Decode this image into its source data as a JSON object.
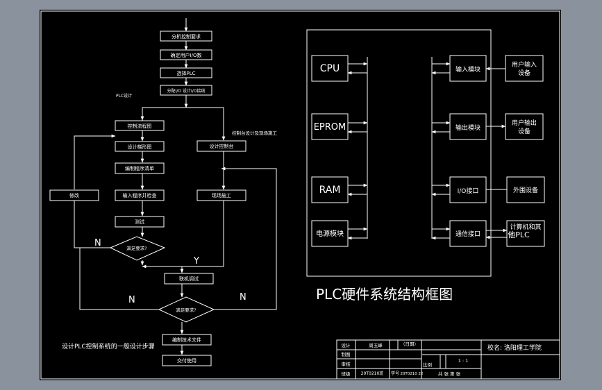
{
  "flowchart": {
    "steps": {
      "analyze": "分析控制要求",
      "io_count": "确定用户I/O数",
      "select_plc": "选择PLC",
      "assign_io": "分配I/O 设计I/O接线",
      "control_flow": "控制流程图",
      "ladder": "设计梯形图",
      "program_list": "编制程序清单",
      "input_program": "输入程序并检查",
      "modify": "修改",
      "test": "测试",
      "design_console": "设计控制台",
      "field_construct": "现场施工",
      "joint_test": "联机调试",
      "write_docs": "编制技术文件",
      "deliver": "交付使用",
      "decision_1": "满足要求?",
      "decision_2": "满足要求?"
    },
    "labels": {
      "plc_design": "PLC设计",
      "console_design": "控制台设计及现场施工",
      "n1": "N",
      "y1": "Y",
      "n2": "N",
      "n3": "N"
    },
    "caption": "设计PLC控制系统的一般设计步骤"
  },
  "hardware": {
    "left_modules": [
      "CPU",
      "EPROM",
      "RAM",
      "电源模块"
    ],
    "right_modules": [
      "输入模块",
      "输出模块",
      "I/O接口",
      "通信接口"
    ],
    "devices": [
      "用户输入设备",
      "用户输出设备",
      "外围设备",
      "计算机和其他PLC"
    ],
    "title": "PLC硬件系统结构框图"
  },
  "title_block": {
    "row_labels": [
      "设计",
      "制图",
      "审核",
      "班级"
    ],
    "designer": "周玉峰",
    "date": "（日期）",
    "class_value": "20T0210班",
    "student_no_label": "学号",
    "student_no": "20T0210 22",
    "scale_label": "比例",
    "scale": "1 : 1",
    "sheets": "共  张 第  张",
    "school": "校名: 洛阳理工学院"
  },
  "colors": {
    "background": "#8a929e",
    "drawing": "#000000",
    "line": "#ffffff"
  }
}
